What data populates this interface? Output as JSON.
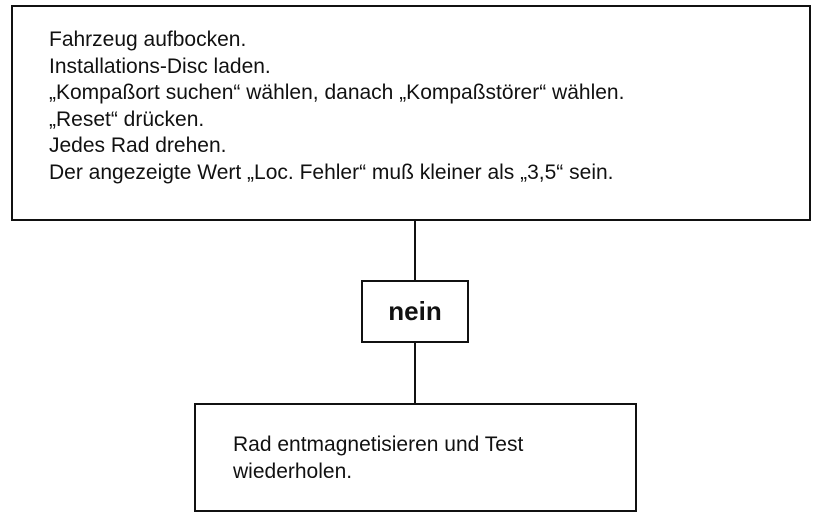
{
  "steps_box": {
    "lines": [
      "Fahrzeug aufbocken.",
      "Installations-Disc laden.",
      "„Kompaßort suchen“ wählen, danach „Kompaßstörer“ wählen.",
      "„Reset“ drücken.",
      "Jedes Rad drehen.",
      "Der angezeigte Wert „Loc. Fehler“ muß kleiner als „3,5“ sein."
    ]
  },
  "decision": {
    "label": "nein"
  },
  "action_box": {
    "lines": [
      "Rad entmagnetisieren und Test",
      "wiederholen."
    ]
  }
}
